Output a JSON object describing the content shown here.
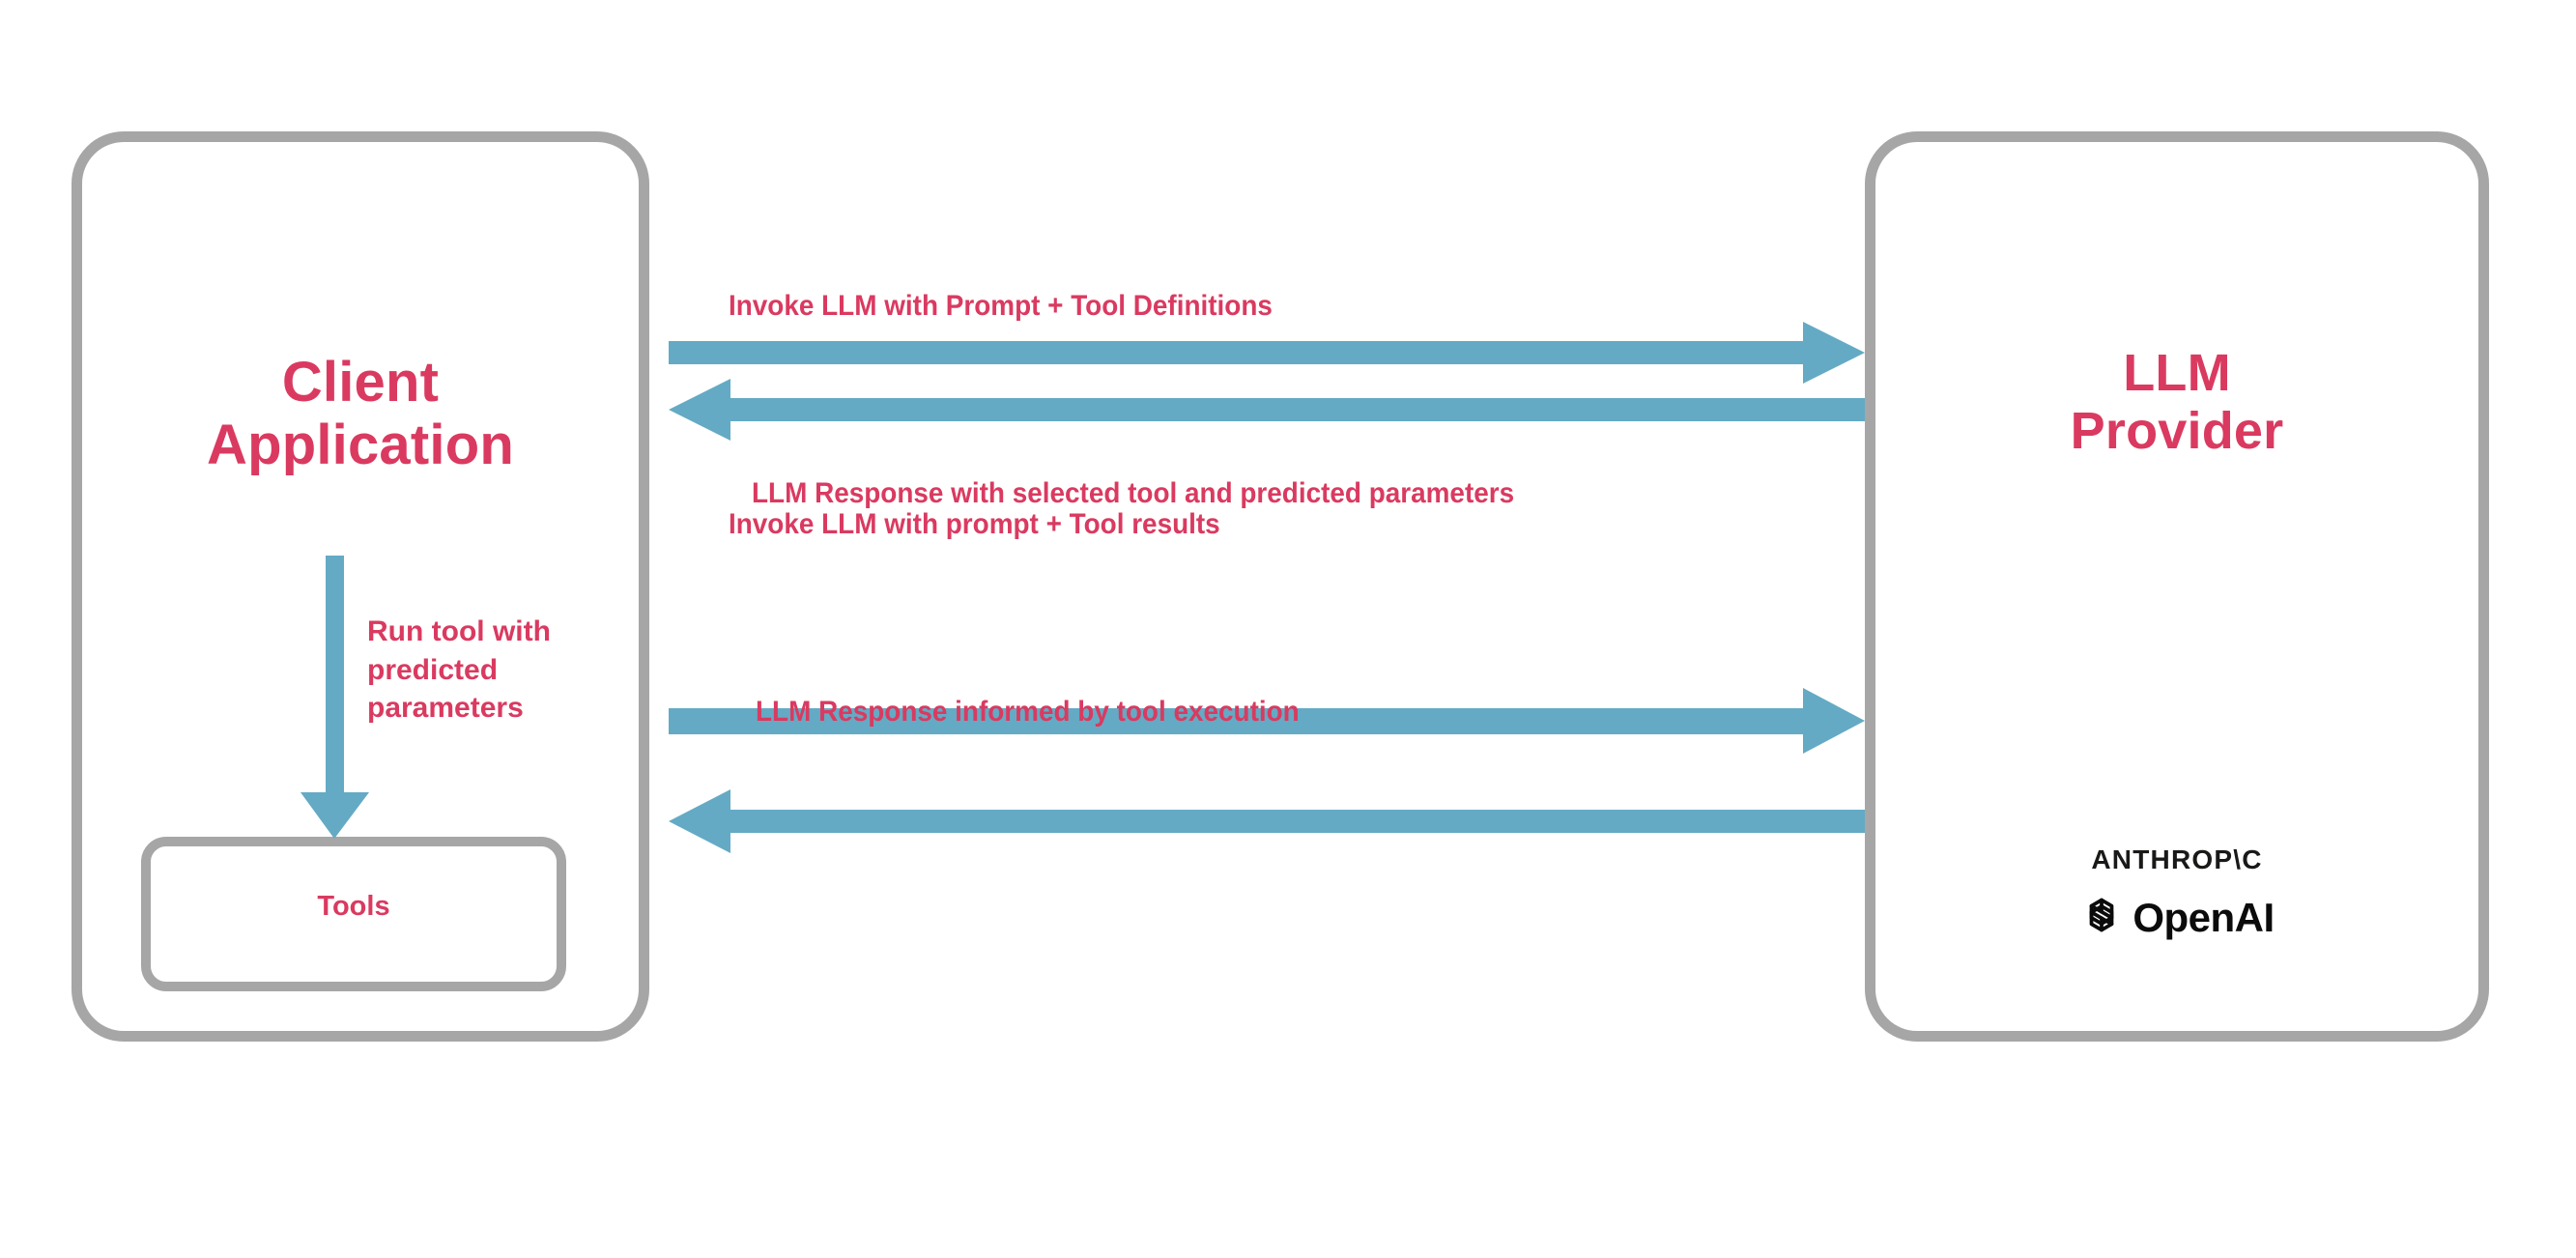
{
  "diagram": {
    "title_hidden": "",
    "colors": {
      "accent_text": "#da3a60",
      "arrow": "#64aac4",
      "box_border": "#a6a6a6",
      "logo_text": "#0b0b0b",
      "background": "#ffffff"
    }
  },
  "client_node": {
    "title": "Client\nApplication",
    "inner_box_label": "Tools",
    "internal_flow_label": "Run tool with\npredicted\nparameters"
  },
  "provider_node": {
    "title": "LLM\nProvider",
    "brands": [
      {
        "name": "anthropic-wordmark",
        "label": "ANTHROP\\C"
      },
      {
        "name": "openai-wordmark",
        "label": "OpenAI"
      }
    ]
  },
  "flows": [
    {
      "id": "invoke-with-tool-definitions",
      "label": "Invoke LLM with Prompt + Tool Definitions",
      "direction": "right"
    },
    {
      "id": "llm-response-tool-selection",
      "label": "LLM Response with selected tool and predicted parameters",
      "direction": "left"
    },
    {
      "id": "invoke-with-tool-results",
      "label": "Invoke LLM with prompt + Tool results",
      "direction": "right"
    },
    {
      "id": "llm-response-final",
      "label": "LLM Response informed by tool execution",
      "direction": "left"
    }
  ]
}
